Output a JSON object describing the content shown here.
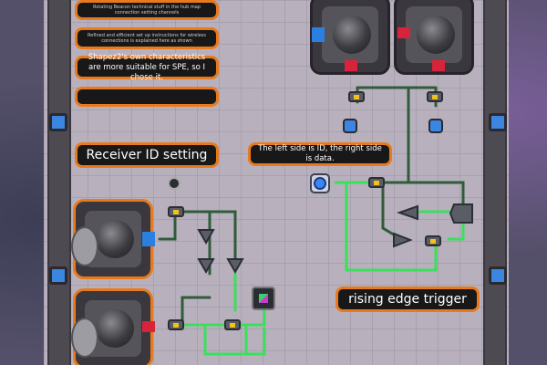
{
  "notes": {
    "top1": "Rotating Beacon technical stuff in the hub map connection setting channels",
    "top2": "Refined and efficient set up instructions for wireless connections is explained here as shown",
    "top3": "Shapez2's own characteristics are more suitable for SPE, so I chose it.",
    "top4": "",
    "receiver": "Receiver ID setting",
    "leftright": "The left side is ID, the right side is data.",
    "edge": "rising edge trigger"
  },
  "colors": {
    "accent_orange": "#e87a1d",
    "wire_green": "#3ae05c",
    "wire_dark": "#2f5c3a",
    "port_blue": "#2b7fe0",
    "port_red": "#d8233a",
    "note_bg": "#181818"
  },
  "icons": {
    "button": "round-button-icon",
    "signal": "signal-display-icon",
    "gear": "gear-icon"
  }
}
